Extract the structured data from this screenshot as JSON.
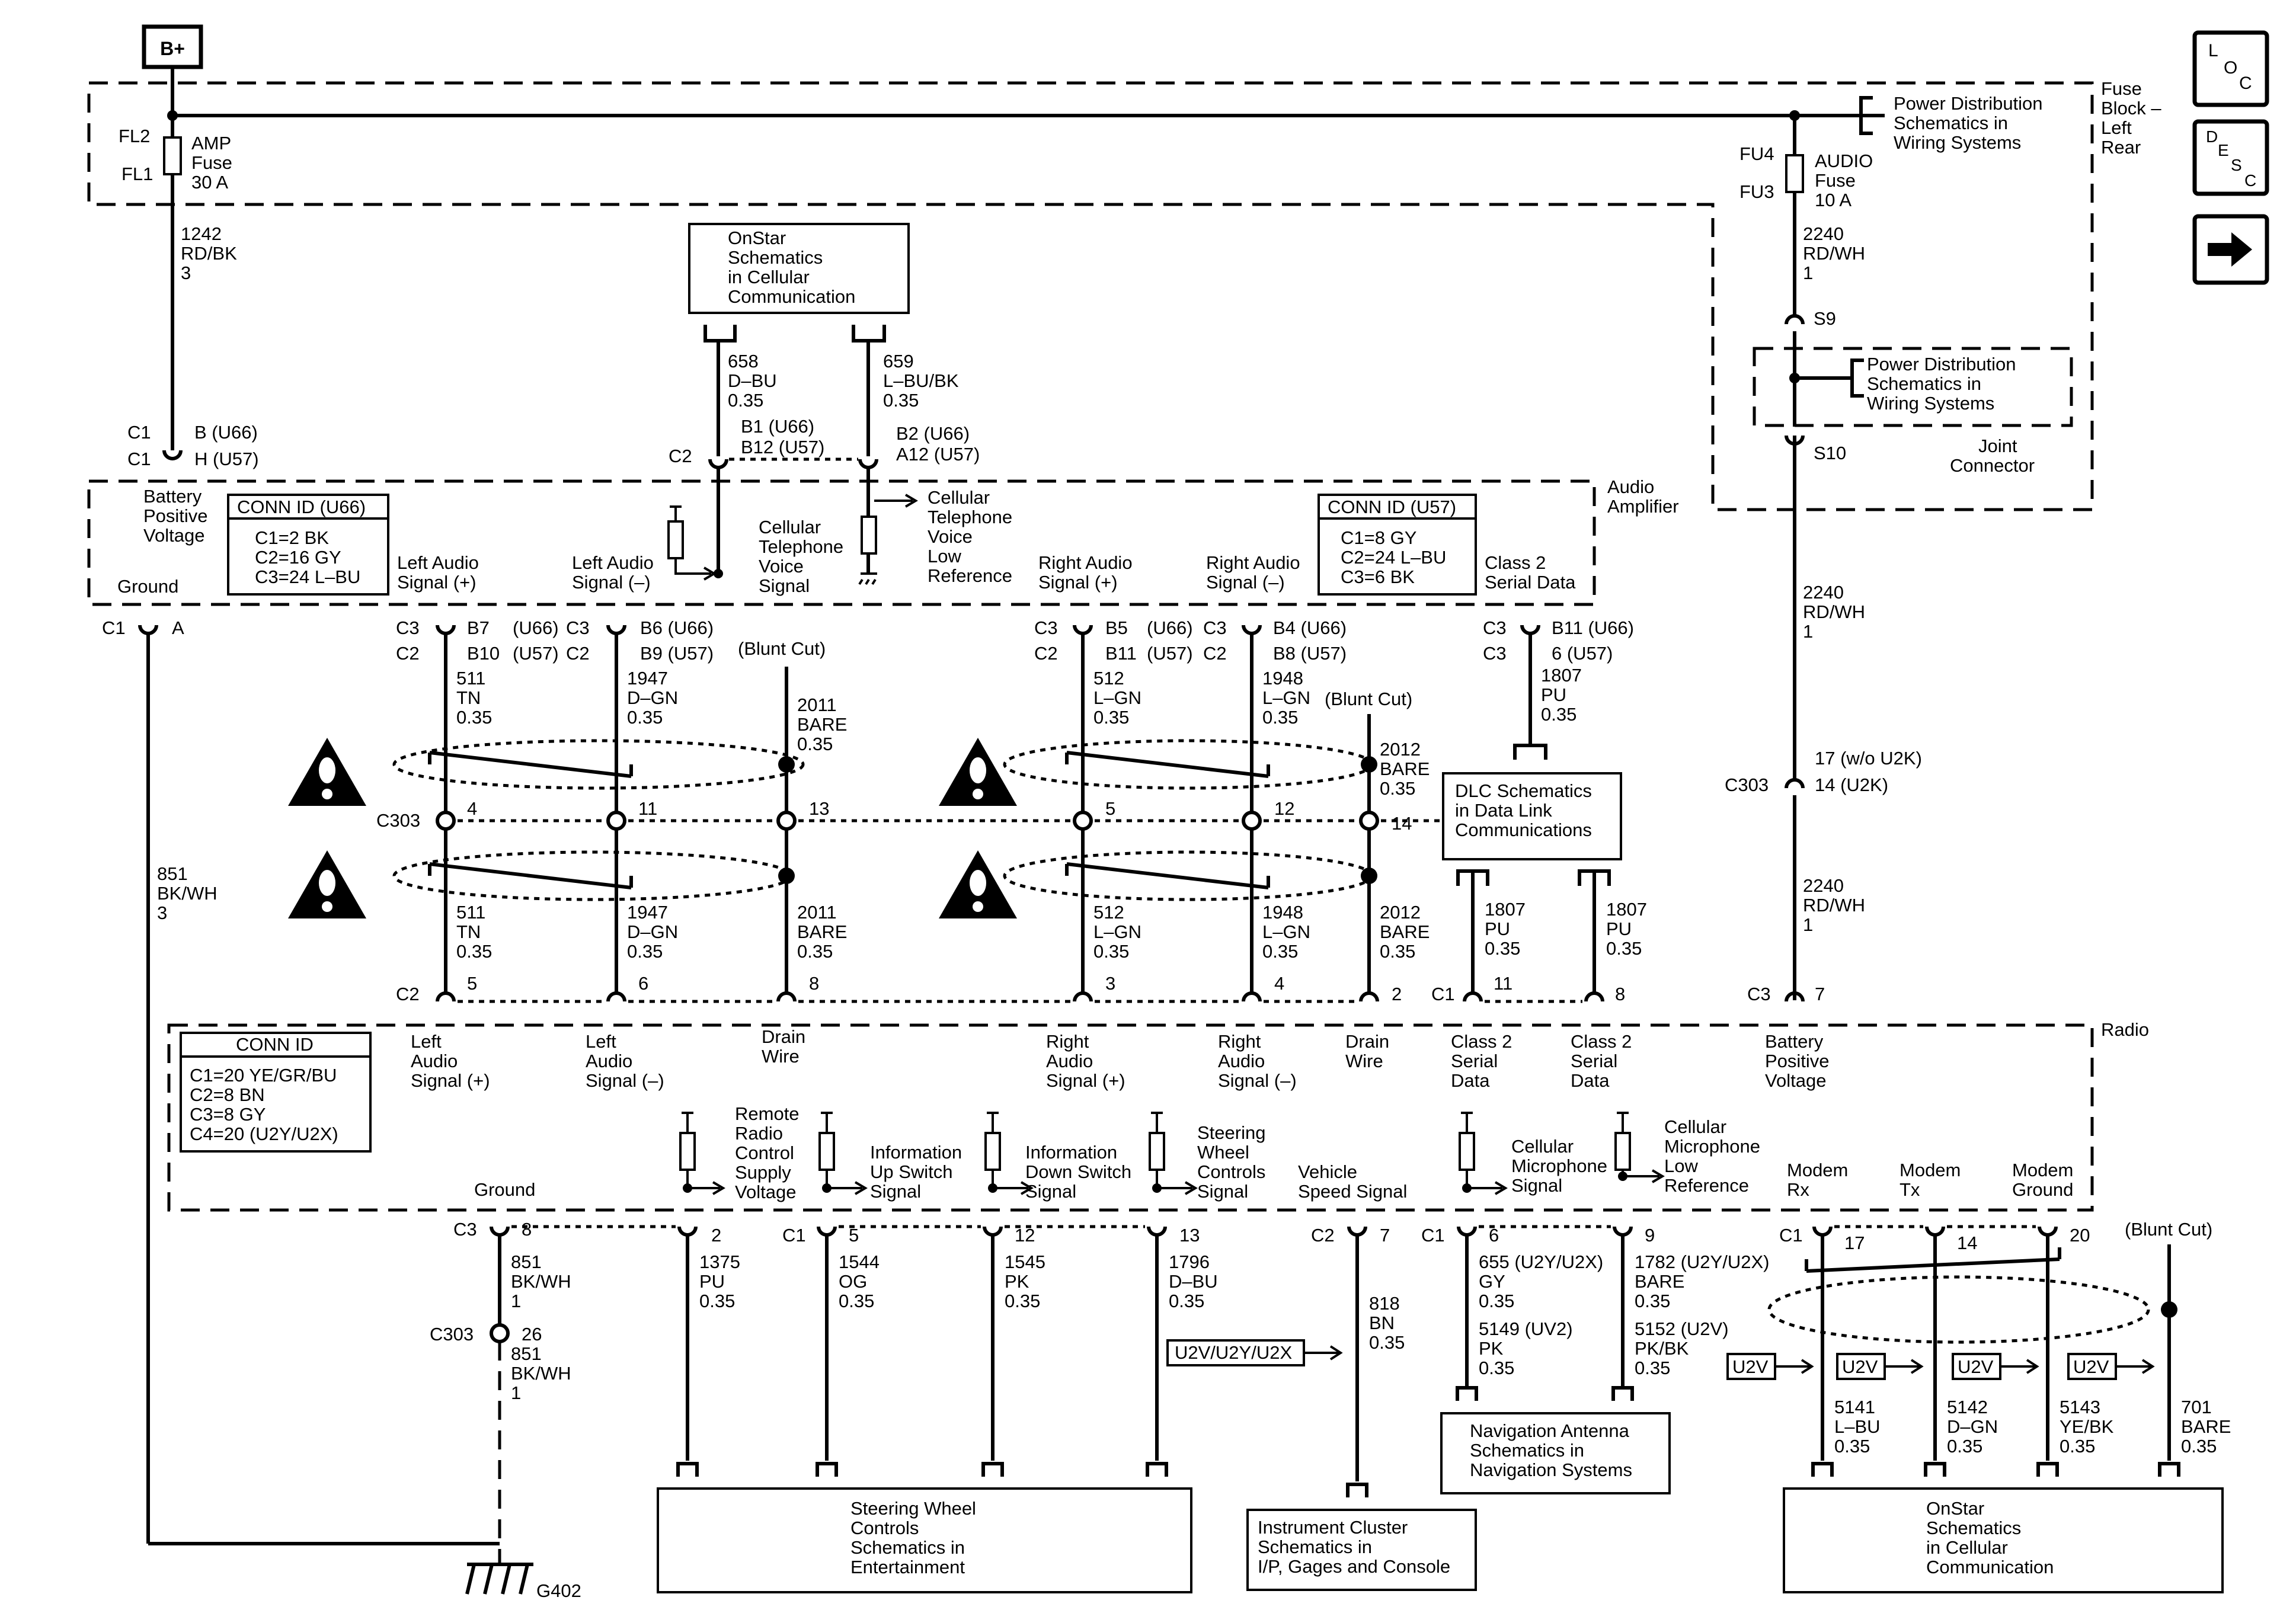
{
  "power": {
    "bplus": "B+"
  },
  "fuse_block": {
    "name": "Fuse Block – Left Rear",
    "l1": "Fuse",
    "l2": "Block –",
    "l3": "Left",
    "l4": "Rear"
  },
  "pd_ref_top": {
    "l1": "Power Distribution",
    "l2": "Schematics in",
    "l3": "Wiring Systems"
  },
  "pd_ref_joint": {
    "l1": "Power Distribution",
    "l2": "Schematics in",
    "l3": "Wiring Systems"
  },
  "nav_buttons": {
    "loc": {
      "l": "L",
      "o": "O",
      "c": "C"
    },
    "desc": {
      "d": "D",
      "e": "E",
      "s": "S",
      "c": "C"
    }
  },
  "amp_fuse": {
    "fl2": "FL2",
    "fl1": "FL1",
    "l1": "AMP",
    "l2": "Fuse",
    "l3": "30 A"
  },
  "audio_fuse": {
    "fu4": "FU4",
    "fu3": "FU3",
    "l1": "AUDIO",
    "l2": "Fuse",
    "l3": "10 A"
  },
  "wires": {
    "w1242": {
      "n": "1242",
      "c": "RD/BK",
      "s": "3"
    },
    "w2240a": {
      "n": "2240",
      "c": "RD/WH",
      "s": "1"
    },
    "w2240b": {
      "n": "2240",
      "c": "RD/WH",
      "s": "1"
    },
    "w2240c": {
      "n": "2240",
      "c": "RD/WH",
      "s": "1"
    },
    "w658": {
      "n": "658",
      "c": "D–BU",
      "s": "0.35"
    },
    "w659": {
      "n": "659",
      "c": "L–BU/BK",
      "s": "0.35"
    },
    "w851a": {
      "n": "851",
      "c": "BK/WH",
      "s": "3"
    },
    "w511a": {
      "n": "511",
      "c": "TN",
      "s": "0.35"
    },
    "w1947a": {
      "n": "1947",
      "c": "D–GN",
      "s": "0.35"
    },
    "w2011a": {
      "n": "2011",
      "c": "BARE",
      "s": "0.35"
    },
    "w512a": {
      "n": "512",
      "c": "L–GN",
      "s": "0.35"
    },
    "w1948a": {
      "n": "1948",
      "c": "L–GN",
      "s": "0.35"
    },
    "w2012a": {
      "n": "2012",
      "c": "BARE",
      "s": "0.35"
    },
    "w1807a": {
      "n": "1807",
      "c": "PU",
      "s": "0.35"
    },
    "w511b": {
      "n": "511",
      "c": "TN",
      "s": "0.35"
    },
    "w1947b": {
      "n": "1947",
      "c": "D–GN",
      "s": "0.35"
    },
    "w2011b": {
      "n": "2011",
      "c": "BARE",
      "s": "0.35"
    },
    "w512b": {
      "n": "512",
      "c": "L–GN",
      "s": "0.35"
    },
    "w1948b": {
      "n": "1948",
      "c": "L–GN",
      "s": "0.35"
    },
    "w2012b": {
      "n": "2012",
      "c": "BARE",
      "s": "0.35"
    },
    "w1807b": {
      "n": "1807",
      "c": "PU",
      "s": "0.35"
    },
    "w1807c": {
      "n": "1807",
      "c": "PU",
      "s": "0.35"
    },
    "w851b": {
      "n": "851",
      "c": "BK/WH",
      "s": "1"
    },
    "w851c": {
      "n": "851",
      "c": "BK/WH",
      "s": "1"
    },
    "w1375": {
      "n": "1375",
      "c": "PU",
      "s": "0.35"
    },
    "w1544": {
      "n": "1544",
      "c": "OG",
      "s": "0.35"
    },
    "w1545": {
      "n": "1545",
      "c": "PK",
      "s": "0.35"
    },
    "w1796": {
      "n": "1796",
      "c": "D–BU",
      "s": "0.35"
    },
    "w818": {
      "n": "818",
      "c": "BN",
      "s": "0.35"
    },
    "w655": {
      "n": "655 (U2Y/U2X)",
      "c": "GY",
      "s": "0.35"
    },
    "w5149": {
      "n": "5149 (UV2)",
      "c": "PK",
      "s": "0.35"
    },
    "w1782": {
      "n": "1782 (U2Y/U2X)",
      "c": "BARE",
      "s": "0.35"
    },
    "w5152": {
      "n": "5152 (U2V)",
      "c": "PK/BK",
      "s": "0.35"
    },
    "w5141": {
      "n": "5141",
      "c": "L–BU",
      "s": "0.35"
    },
    "w5142": {
      "n": "5142",
      "c": "D–GN",
      "s": "0.35"
    },
    "w5143": {
      "n": "5143",
      "c": "YE/BK",
      "s": "0.35"
    },
    "w701": {
      "n": "701",
      "c": "BARE",
      "s": "0.35"
    }
  },
  "splices": {
    "s9": "S9",
    "s10": "S10",
    "joint": {
      "l1": "Joint",
      "l2": "Connector"
    }
  },
  "onstar_top": {
    "l1": "OnStar",
    "l2": "Schematics",
    "l3": "in Cellular",
    "l4": "Communication"
  },
  "amp_conn": {
    "c1a": "C1",
    "c1b": "C1",
    "b_u66": "B (U66)",
    "h_u57": "H (U57)",
    "c2": "C2",
    "b1": "B1 (U66)",
    "b12": "B12 (U57)",
    "b2": "B2 (U66)",
    "a12": "A12 (U57)"
  },
  "audio_amp": {
    "name": "Audio Amplifier",
    "n1": "Audio",
    "n2": "Amplifier",
    "bpv": {
      "l1": "Battery",
      "l2": "Positive",
      "l3": "Voltage"
    },
    "connid_u66": {
      "title": "CONN ID (U66)",
      "l1": "C1=2 BK",
      "l2": "C2=16 GY",
      "l3": "C3=24 L–BU"
    },
    "connid_u57": {
      "title": "CONN ID (U57)",
      "l1": "C1=8 GY",
      "l2": "C2=24 L–BU",
      "l3": "C3=6 BK"
    },
    "ground": "Ground",
    "left_pos": {
      "l1": "Left Audio",
      "l2": "Signal (+)"
    },
    "left_neg": {
      "l1": "Left Audio",
      "l2": "Signal (–)"
    },
    "cell_voice": {
      "l1": "Cellular",
      "l2": "Telephone",
      "l3": "Voice",
      "l4": "Signal"
    },
    "cell_low": {
      "l1": "Cellular",
      "l2": "Telephone",
      "l3": "Voice",
      "l4": "Low",
      "l5": "Reference"
    },
    "right_pos": {
      "l1": "Right Audio",
      "l2": "Signal (+)"
    },
    "right_neg": {
      "l1": "Right Audio",
      "l2": "Signal (–)"
    },
    "class2": {
      "l1": "Class 2",
      "l2": "Serial Data"
    }
  },
  "amp_pins": {
    "c1_gnd": "C1",
    "a": "A",
    "c3_b7": "C3",
    "c2_b10": "C2",
    "b7": "B7",
    "u66_1": "(U66)",
    "b10": "B10",
    "u57_1": "(U57)",
    "c3_b6": "C3",
    "c2_b9": "C2",
    "b6": "B6 (U66)",
    "b9": "B9 (U57)",
    "blunt1": "(Blunt Cut)",
    "c3_b5": "C3",
    "c2_b11": "C2",
    "b5": "B5",
    "u66_2": "(U66)",
    "b11": "B11",
    "u57_2": "(U57)",
    "c3_b4": "C3",
    "c2_b8": "C2",
    "b4": "B4 (U66)",
    "b8": "B8 (U57)",
    "blunt2": "(Blunt Cut)",
    "c3_b11": "C3",
    "c3_6": "C3",
    "b11_u66": "B11 (U66)",
    "p6_u57": "6 (U57)"
  },
  "c303_row": {
    "label": "C303",
    "p4": "4",
    "p11": "11",
    "p13": "13",
    "p5": "5",
    "p12": "12",
    "p14": "14"
  },
  "c303_right": {
    "label": "C303",
    "wo": "17 (w/o U2K)",
    "w": "14 (U2K)"
  },
  "dlc": {
    "l1": "DLC Schematics",
    "l2": "in Data Link",
    "l3": "Communications"
  },
  "radio_pins": {
    "c2a": "C2",
    "p5": "5",
    "p6": "6",
    "p8": "8",
    "p3": "3",
    "p4": "4",
    "p2": "2",
    "c1": "C1",
    "p11": "11",
    "p8b": "8",
    "c3": "C3",
    "p7": "7"
  },
  "radio": {
    "name": "Radio",
    "connid": {
      "title": "CONN ID",
      "l1": "C1=20 YE/GR/BU",
      "l2": "C2=8 BN",
      "l3": "C3=8 GY",
      "l4": "C4=20  (U2Y/U2X)"
    },
    "left_pos": {
      "l1": "Left",
      "l2": "Audio",
      "l3": "Signal (+)"
    },
    "left_neg": {
      "l1": "Left",
      "l2": "Audio",
      "l3": "Signal (–)"
    },
    "drain1": {
      "l1": "Drain",
      "l2": "Wire"
    },
    "right_pos": {
      "l1": "Right",
      "l2": "Audio",
      "l3": "Signal (+)"
    },
    "right_neg": {
      "l1": "Right",
      "l2": "Audio",
      "l3": "Signal (–)"
    },
    "drain2": {
      "l1": "Drain",
      "l2": "Wire"
    },
    "cls2a": {
      "l1": "Class 2",
      "l2": "Serial",
      "l3": "Data"
    },
    "cls2b": {
      "l1": "Class 2",
      "l2": "Serial",
      "l3": "Data"
    },
    "bpv": {
      "l1": "Battery",
      "l2": "Positive",
      "l3": "Voltage"
    },
    "ground": "Ground",
    "remote": {
      "l1": "Remote",
      "l2": "Radio",
      "l3": "Control",
      "l4": "Supply",
      "l5": "Voltage"
    },
    "info_up": {
      "l1": "Information",
      "l2": "Up Switch",
      "l3": "Signal"
    },
    "info_down": {
      "l1": "Information",
      "l2": "Down Switch",
      "l3": "Signal"
    },
    "swc": {
      "l1": "Steering",
      "l2": "Wheel",
      "l3": "Controls",
      "l4": "Signal"
    },
    "vss": {
      "l1": "Vehicle",
      "l2": "Speed Signal"
    },
    "cell_mic": {
      "l1": "Cellular",
      "l2": "Microphone",
      "l3": "Signal"
    },
    "cell_mic_low": {
      "l1": "Cellular",
      "l2": "Microphone",
      "l3": "Low",
      "l4": "Reference"
    },
    "modem_rx": {
      "l1": "Modem",
      "l2": "Rx"
    },
    "modem_tx": {
      "l1": "Modem",
      "l2": "Tx"
    },
    "modem_gnd": {
      "l1": "Modem",
      "l2": "Ground"
    }
  },
  "lower_pins": {
    "c3": "C3",
    "p8": "8",
    "p2": "2",
    "c1a": "C1",
    "p5": "5",
    "p12": "12",
    "p13": "13",
    "c2": "C2",
    "p7": "7",
    "c1b": "C1",
    "p6": "6",
    "p9": "9",
    "c1c": "C1",
    "p17": "17",
    "p14": "14",
    "p20": "20",
    "blunt": "(Blunt Cut)",
    "c303": "C303",
    "p26": "26"
  },
  "options": {
    "o1": "U2V/U2Y/U2X",
    "o2": "U2V",
    "o3": "U2V",
    "o4": "U2V",
    "o5": "U2V"
  },
  "dest": {
    "swc": {
      "l1": "Steering Wheel",
      "l2": "Controls",
      "l3": "Schematics in",
      "l4": "Entertainment"
    },
    "ic": {
      "l1": "Instrument Cluster",
      "l2": "Schematics in",
      "l3": "I/P, Gages and Console"
    },
    "nav": {
      "l1": "Navigation Antenna",
      "l2": "Schematics in",
      "l3": "Navigation Systems"
    },
    "onstar": {
      "l1": "OnStar",
      "l2": "Schematics",
      "l3": "in Cellular",
      "l4": "Communication"
    }
  },
  "ground_g402": "G402"
}
